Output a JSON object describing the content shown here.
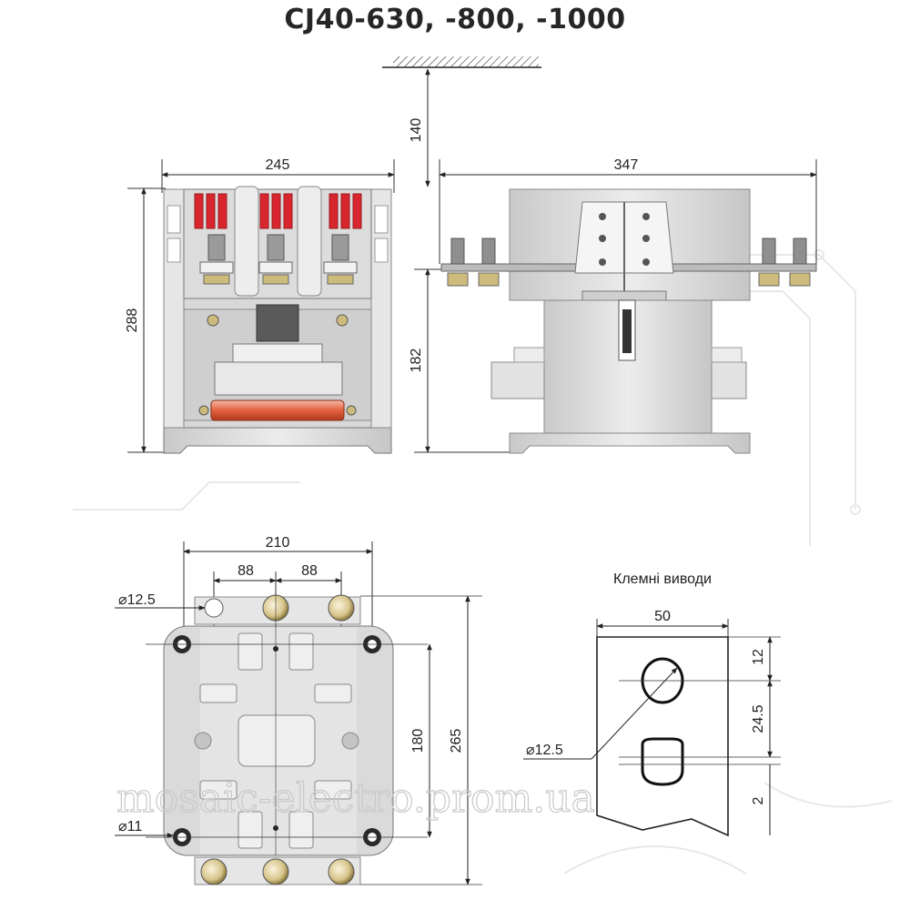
{
  "title": "CJ40-630, -800, -1000",
  "front_view": {
    "width": "245",
    "height": "288"
  },
  "side_view": {
    "clearance": "140",
    "width": "347",
    "height": "182"
  },
  "bottom_view": {
    "width": "210",
    "pitch_left": "88",
    "pitch_right": "88",
    "hole_small": "⌀12.5",
    "hole_mount": "⌀11",
    "mount_spacing": "180",
    "overall_height": "265"
  },
  "terminal_detail": {
    "label": "Клемні виводи",
    "width": "50",
    "top_offset": "12",
    "hole_pitch": "24.5",
    "bottom_offset": "2",
    "hole_diameter": "⌀12.5"
  },
  "watermark": "mosaic-electro.prom.ua",
  "colors": {
    "text": "#1e1e1e",
    "body": "#e3e3e3",
    "accent_red": "#d8252e",
    "brass": "#cdbb7c"
  }
}
